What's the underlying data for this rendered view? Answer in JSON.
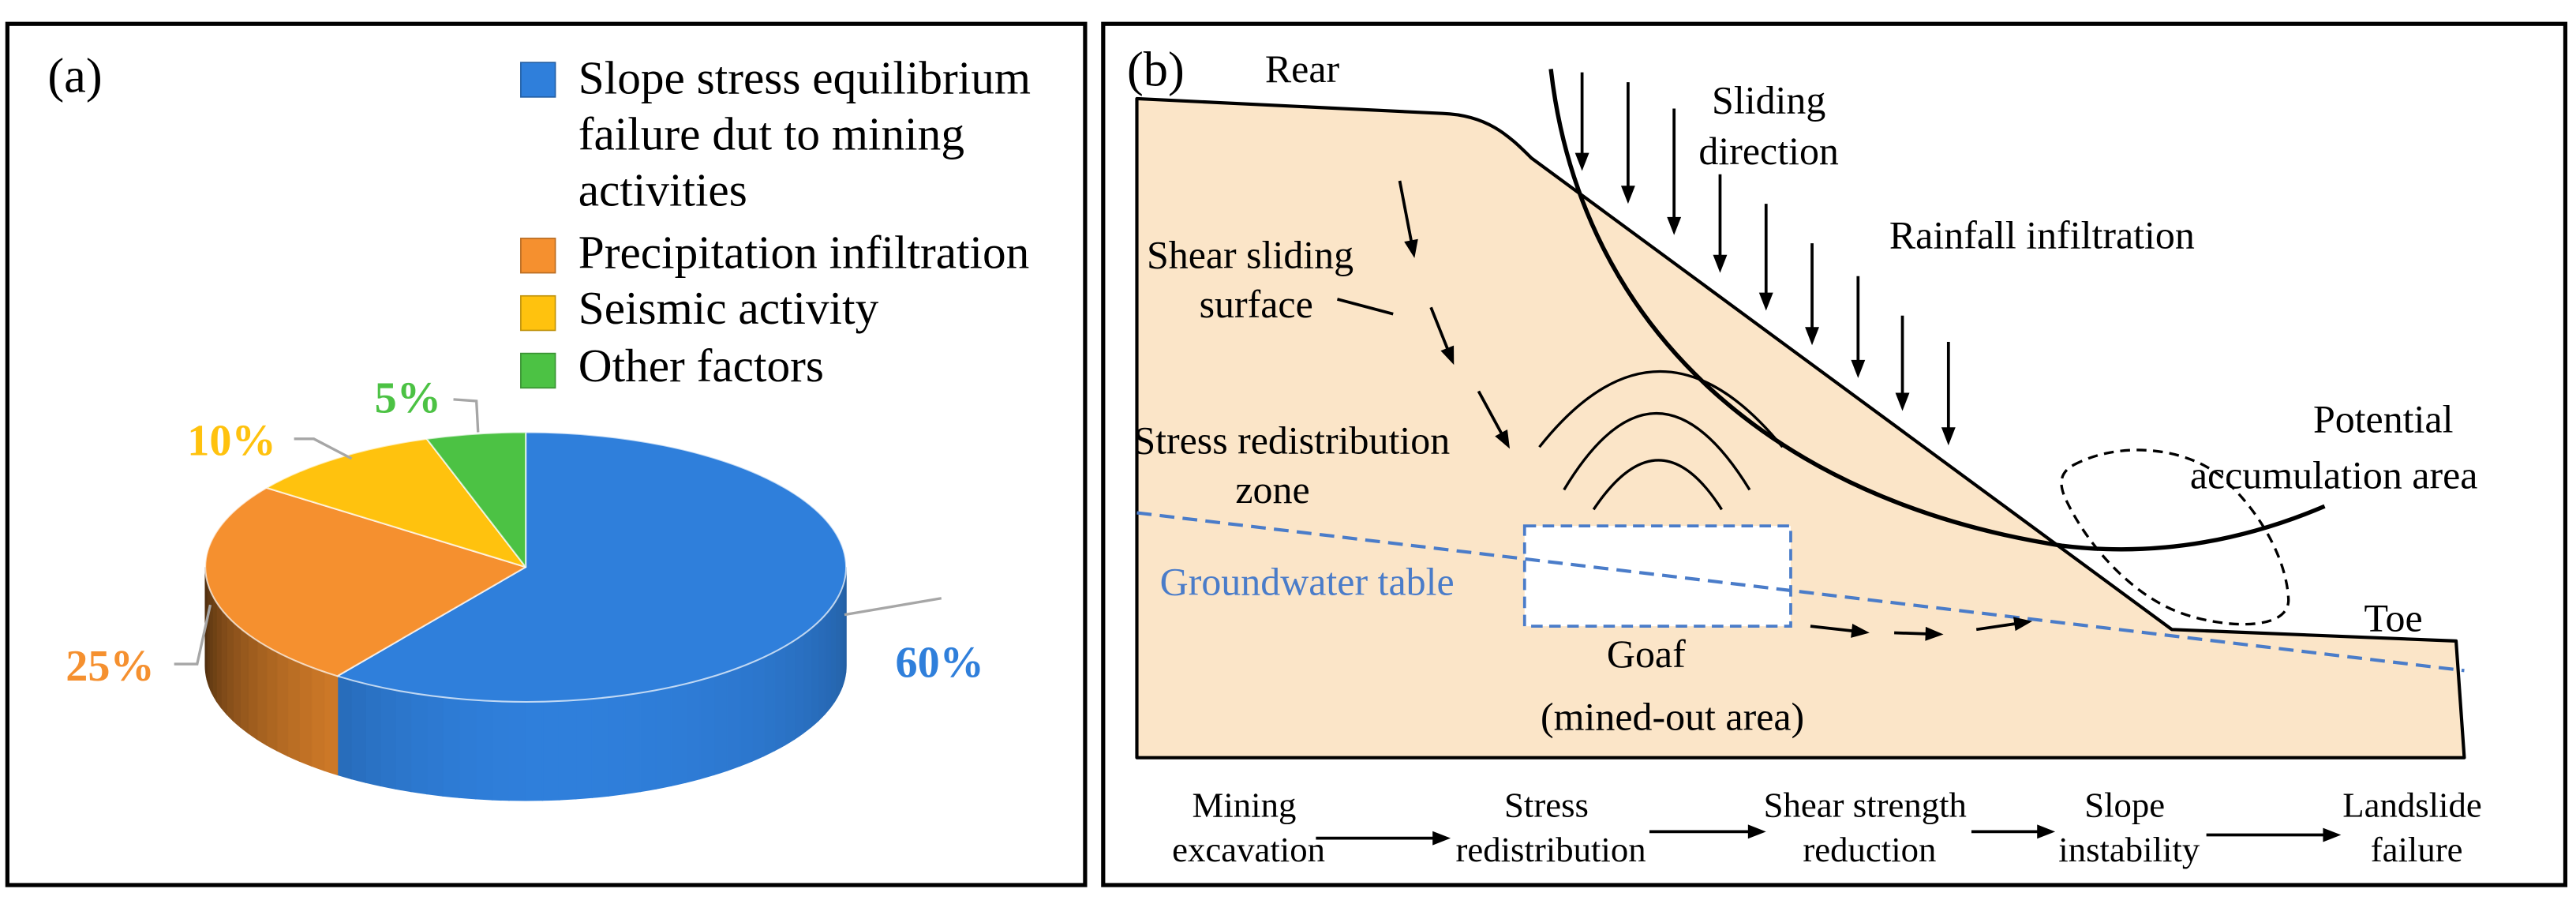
{
  "figure": {
    "panel_a_label": "(a)",
    "panel_b_label": "(b)"
  },
  "chart_data": {
    "type": "pie",
    "three_d": true,
    "legend_position": "top-right",
    "slices": [
      {
        "legend_lines": [
          "Slope stress equilibrium",
          "failure dut to mining",
          "activities"
        ],
        "value": 60,
        "data_label": "60%",
        "color": "#2F7FDB"
      },
      {
        "legend_lines": [
          "Precipitation infiltration"
        ],
        "value": 25,
        "data_label": "25%",
        "color": "#F5902F"
      },
      {
        "legend_lines": [
          "Seismic activity"
        ],
        "value": 10,
        "data_label": "10%",
        "color": "#FFC20E"
      },
      {
        "legend_lines": [
          "Other factors"
        ],
        "value": 5,
        "data_label": "5%",
        "color": "#4CC244"
      }
    ]
  },
  "diagram": {
    "labels": {
      "rear": "Rear",
      "sliding_direction": [
        "Sliding",
        "direction"
      ],
      "rainfall": "Rainfall infiltration",
      "shear_surface": [
        "Shear sliding",
        "surface"
      ],
      "stress_zone": [
        "Stress redistribution",
        "zone"
      ],
      "accumulation": [
        "Potential",
        "accumulation area"
      ],
      "groundwater": "Groundwater table",
      "goaf": [
        "Goaf",
        "(mined-out area)"
      ],
      "toe": "Toe"
    },
    "process_flow": [
      [
        "Mining",
        "excavation"
      ],
      [
        "Stress",
        "redistribution"
      ],
      [
        "Shear strength",
        "reduction"
      ],
      [
        "Slope",
        "instability"
      ],
      [
        "Landslide",
        "failure"
      ]
    ],
    "colors": {
      "slope_fill": "#FBE5C8",
      "groundwater": "#4A7CC9"
    }
  }
}
